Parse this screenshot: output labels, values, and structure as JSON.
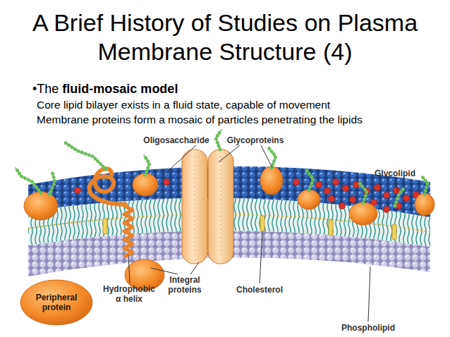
{
  "diagram": {
    "title": "A Brief History of Studies on Plasma Membrane Structure (4)",
    "nodes": [
      {
        "text": [
          "Peripheral protein"
        ]
      }
    ],
    "labels": [
      "•The",
      "fluid-mosaic model",
      "Core lipid bilayer exists in a fluid state, capable of movement",
      "Membrane proteins form a mosaic of particles penetrating the lipids",
      "Oligosaccharide",
      "Glycoproteins",
      "Glycolipid",
      "Hydrophobic α helix",
      "Integral proteins",
      "Cholesterol",
      "Phospholipid"
    ]
  }
}
